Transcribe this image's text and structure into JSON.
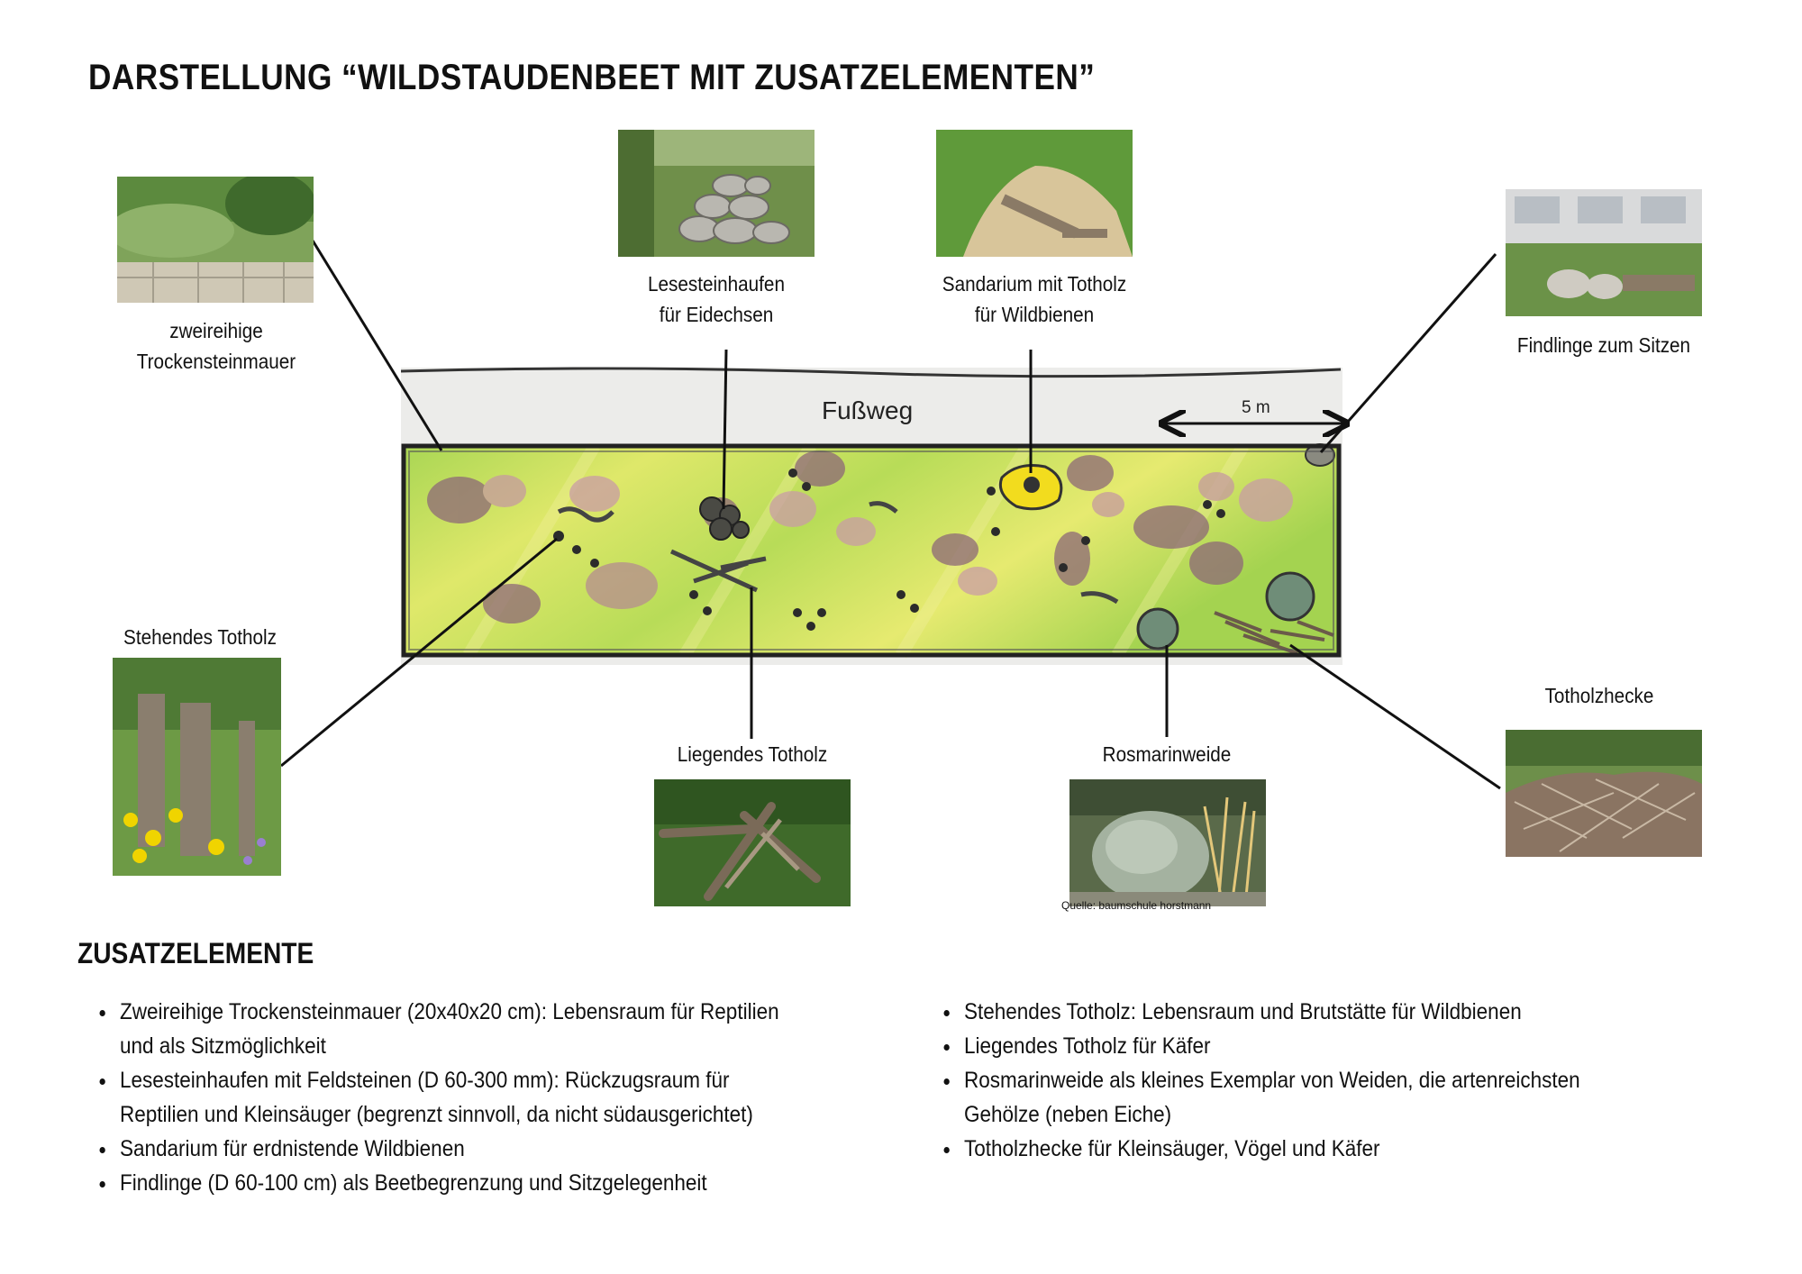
{
  "title": "DARSTELLUNG “WILDSTAUDENBEET  MIT ZUSATZELEMENTEN”",
  "plan": {
    "path_label": "Fußweg",
    "scale_label": "5 m"
  },
  "labels": {
    "trockensteinmauer": [
      "zweireihige",
      "Trockensteinmauer"
    ],
    "lesesteinhaufen": [
      "Lesesteinhaufen",
      "für Eidechsen"
    ],
    "sandarium": [
      "Sandarium mit Totholz",
      "für Wildbienen"
    ],
    "findlinge": [
      "Findlinge zum Sitzen"
    ],
    "stehendes_totholz": [
      "Stehendes Totholz"
    ],
    "liegendes_totholz": [
      "Liegendes Totholz"
    ],
    "rosmarinweide": [
      "Rosmarinweide"
    ],
    "totholzhecke": [
      "Totholzhecke"
    ]
  },
  "source_note": "Quelle: baumschule horstmann",
  "section": {
    "title": "ZUSATZELEMENTE",
    "left_items": [
      "Zweireihige Trockensteinmauer (20x40x20 cm): Lebensraum für Reptilien und als Sitzmöglichkeit",
      "Lesesteinhaufen mit Feldsteinen (D 60-300 mm): Rückzugsraum für Reptilien und Kleinsäuger (begrenzt sinnvoll, da nicht südausgerichtet)",
      "Sandarium für erdnistende Wildbienen",
      "Findlinge (D 60-100 cm) als Beetbegrenzung und Sitzgelegenheit"
    ],
    "right_items": [
      "Stehendes Totholz: Lebensraum und Brutstätte für Wildbienen",
      "Liegendes Totholz für Käfer",
      "Rosmarinweide als kleines Exemplar von Weiden, die artenreichsten Gehölze (neben Eiche)",
      "Totholzhecke für Kleinsäuger, Vögel und Käfer"
    ]
  },
  "colors": {
    "path": "#ececea",
    "bed_green": "#a8d552",
    "bed_yellow": "#e4ea6a",
    "shrub_purple": "#8d6878",
    "sandarium": "#f2dc1e",
    "outline": "#2a2a2a"
  },
  "photos": [
    {
      "id": "trockensteinmauer-photo",
      "icon": "stone-wall-photo"
    },
    {
      "id": "lesesteinhaufen-photo",
      "icon": "stone-pile-photo"
    },
    {
      "id": "sandarium-photo",
      "icon": "sand-mound-photo"
    },
    {
      "id": "findlinge-photo",
      "icon": "boulders-photo"
    },
    {
      "id": "stehendes-totholz-photo",
      "icon": "standing-deadwood-photo"
    },
    {
      "id": "liegendes-totholz-photo",
      "icon": "lying-deadwood-photo"
    },
    {
      "id": "rosmarinweide-photo",
      "icon": "willow-shrub-photo"
    },
    {
      "id": "totholzhecke-photo",
      "icon": "deadwood-hedge-photo"
    }
  ]
}
